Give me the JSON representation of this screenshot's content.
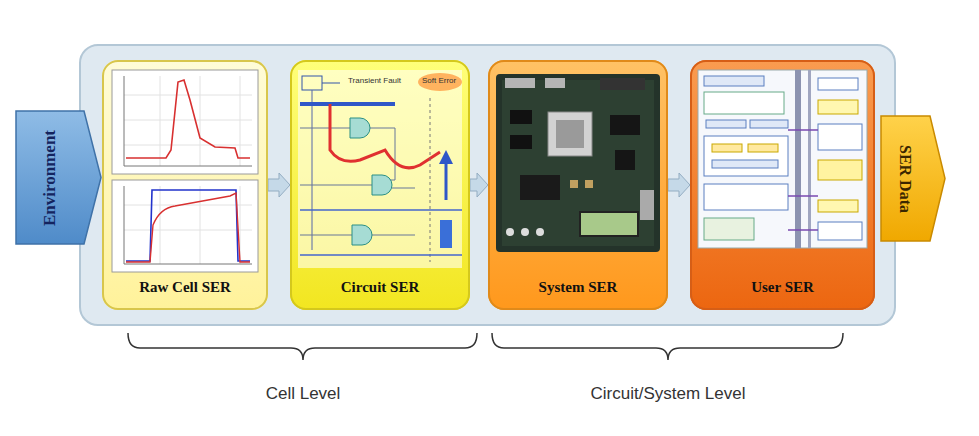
{
  "diagram": {
    "nodes": [
      {
        "text": [
          "Environment"
        ]
      },
      {
        "text": [
          "Raw Cell SER"
        ]
      },
      {
        "text": [
          "Circuit SER"
        ]
      },
      {
        "text": [
          "System SER"
        ]
      },
      {
        "text": [
          "User SER"
        ]
      },
      {
        "text": [
          "SER Data"
        ]
      }
    ],
    "edges": [
      {
        "from": 1,
        "to": 2,
        "arrow": "to"
      },
      {
        "from": 2,
        "to": 3,
        "arrow": "to"
      },
      {
        "from": 3,
        "to": 4,
        "arrow": "to"
      }
    ],
    "labels": [
      "Transient Fault",
      "Soft Error",
      "Cell Level",
      "Circuit/System Level"
    ]
  }
}
